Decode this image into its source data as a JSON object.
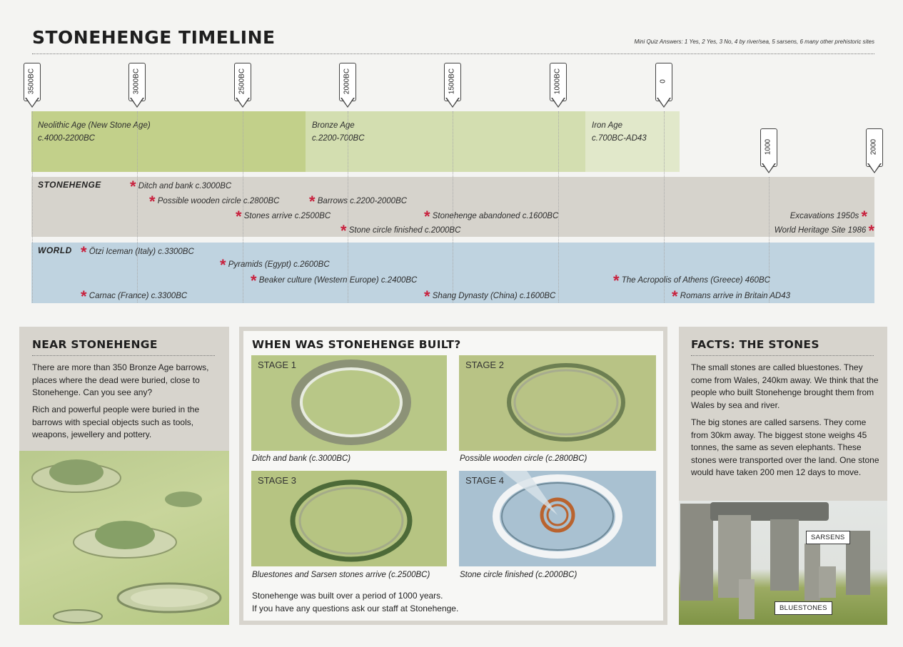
{
  "title": "STONEHENGE TIMELINE",
  "quiz": "Mini Quiz Answers: 1 Yes, 2 Yes, 3 No, 4 by river/sea, 5 sarsens, 6 many other prehistoric sites",
  "markers": [
    "3500BC",
    "3000BC",
    "2500BC",
    "2000BC",
    "1500BC",
    "1000BC",
    "0",
    "1000",
    "2000"
  ],
  "ages": [
    {
      "name": "Neolithic Age (New Stone Age)",
      "range": "c.4000-2200BC"
    },
    {
      "name": "Bronze Age",
      "range": "c.2200-700BC"
    },
    {
      "name": "Iron Age",
      "range": "c.700BC-AD43"
    }
  ],
  "stonehenge": {
    "label": "STONEHENGE",
    "events": [
      "Ditch and bank c.3000BC",
      "Possible wooden circle c.2800BC",
      "Barrows c.2200-2000BC",
      "Stones arrive c.2500BC",
      "Stonehenge abandoned c.1600BC",
      "Stone circle finished c.2000BC",
      "Excavations 1950s",
      "World Heritage Site 1986"
    ]
  },
  "world": {
    "label": "WORLD",
    "events": [
      "Ötzi Iceman (Italy) c.3300BC",
      "Pyramids (Egypt) c.2600BC",
      "Beaker culture (Western Europe) c.2400BC",
      "The Acropolis of Athens (Greece) 460BC",
      "Carnac (France) c.3300BC",
      "Shang Dynasty (China) c.1600BC",
      "Romans arrive in Britain AD43"
    ]
  },
  "near": {
    "heading": "NEAR STONEHENGE",
    "p1": "There are more than 350 Bronze Age barrows, places where the dead were buried, close to Stonehenge. Can you see any?",
    "p2": "Rich and powerful people were buried in the barrows with special objects such as tools, weapons, jewellery and pottery."
  },
  "built": {
    "heading": "WHEN WAS STONEHENGE BUILT?",
    "stages": [
      {
        "label": "STAGE 1",
        "caption": "Ditch and bank (c.3000BC)"
      },
      {
        "label": "STAGE 2",
        "caption": "Possible wooden circle (c.2800BC)"
      },
      {
        "label": "STAGE 3",
        "caption": "Bluestones and Sarsen stones arrive (c.2500BC)"
      },
      {
        "label": "STAGE 4",
        "caption": "Stone circle finished (c.2000BC)"
      }
    ],
    "footer1": "Stonehenge was built over a period of 1000 years.",
    "footer2": "If you have any questions ask our staff at Stonehenge."
  },
  "facts": {
    "heading": "FACTS: THE STONES",
    "p1": "The small stones are called bluestones. They come from Wales, 240km away. We think that the people who built Stonehenge brought them from Wales by sea and river.",
    "p2": "The big stones are called sarsens. They come from 30km away. The biggest stone weighs 45 tonnes, the same as seven elephants. These stones were transported over the land. One stone would have taken 200 men 12 days to move.",
    "tag_sarsens": "SARSENS",
    "tag_bluestones": "BLUESTONES"
  },
  "colors": {
    "neolithic": "#c2d08a",
    "bronze": "#d3deb0",
    "iron": "#e1e8ca",
    "stonehenge_band": "#d6d3cc",
    "world_band": "#bfd3e0",
    "star": "#c8203d",
    "panel": "#d7d4cd"
  }
}
